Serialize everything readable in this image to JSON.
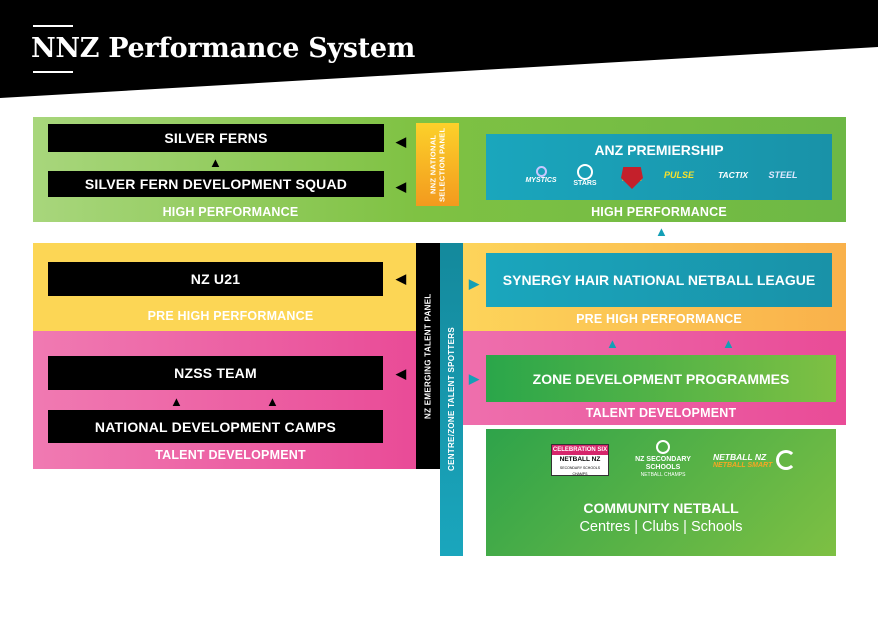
{
  "header": {
    "title": "NNZ Performance System"
  },
  "colors": {
    "green": "#7fc243",
    "yellow": "#fcc84a",
    "pink": "#e9539a",
    "teal": "#1aa6bd",
    "black": "#000000",
    "orange": "#f39a1e"
  },
  "left": {
    "silver_ferns": "SILVER FERNS",
    "development_squad": "SILVER FERN DEVELOPMENT SQUAD",
    "high_performance": "HIGH PERFORMANCE",
    "nz_u21": "NZ U21",
    "pre_high_performance": "PRE HIGH PERFORMANCE",
    "nzss_team": "NZSS TEAM",
    "development_camps": "NATIONAL DEVELOPMENT CAMPS",
    "talent_development": "TALENT DEVELOPMENT"
  },
  "panels": {
    "selection_panel": "NNZ NATIONAL SELECTION PANEL",
    "emerging_talent_panel": "NZ EMERGING TALENT PANEL",
    "talent_spotters": "CENTRE/ZONE TALENT SPOTTERS"
  },
  "right": {
    "premiership": "ANZ PREMIERSHIP",
    "teams": [
      "MYSTICS",
      "STARS",
      "MAGIC",
      "PULSE",
      "TACTIX",
      "STEEL"
    ],
    "high_performance": "HIGH PERFORMANCE",
    "league": "SYNERGY HAIR NATIONAL NETBALL LEAGUE",
    "pre_high_performance": "PRE HIGH PERFORMANCE",
    "zone_programmes": "ZONE DEVELOPMENT PROGRAMMES",
    "talent_development": "TALENT DEVELOPMENT",
    "community_title": "COMMUNITY NETBALL",
    "community_sub": "Centres | Clubs | Schools",
    "community_logos": {
      "celebration_six": "CELEBRATION SIX",
      "netball_nz_champs": "NETBALL NZ",
      "champs_sub": "SECONDARY SCHOOLS CHAMPS",
      "secondary_schools": "NZ SECONDARY SCHOOLS",
      "secondary_sub": "NETBALL CHAMPS",
      "netball_smart": "NETBALL NZ",
      "netball_smart_sub": "NETBALL SMART"
    }
  }
}
